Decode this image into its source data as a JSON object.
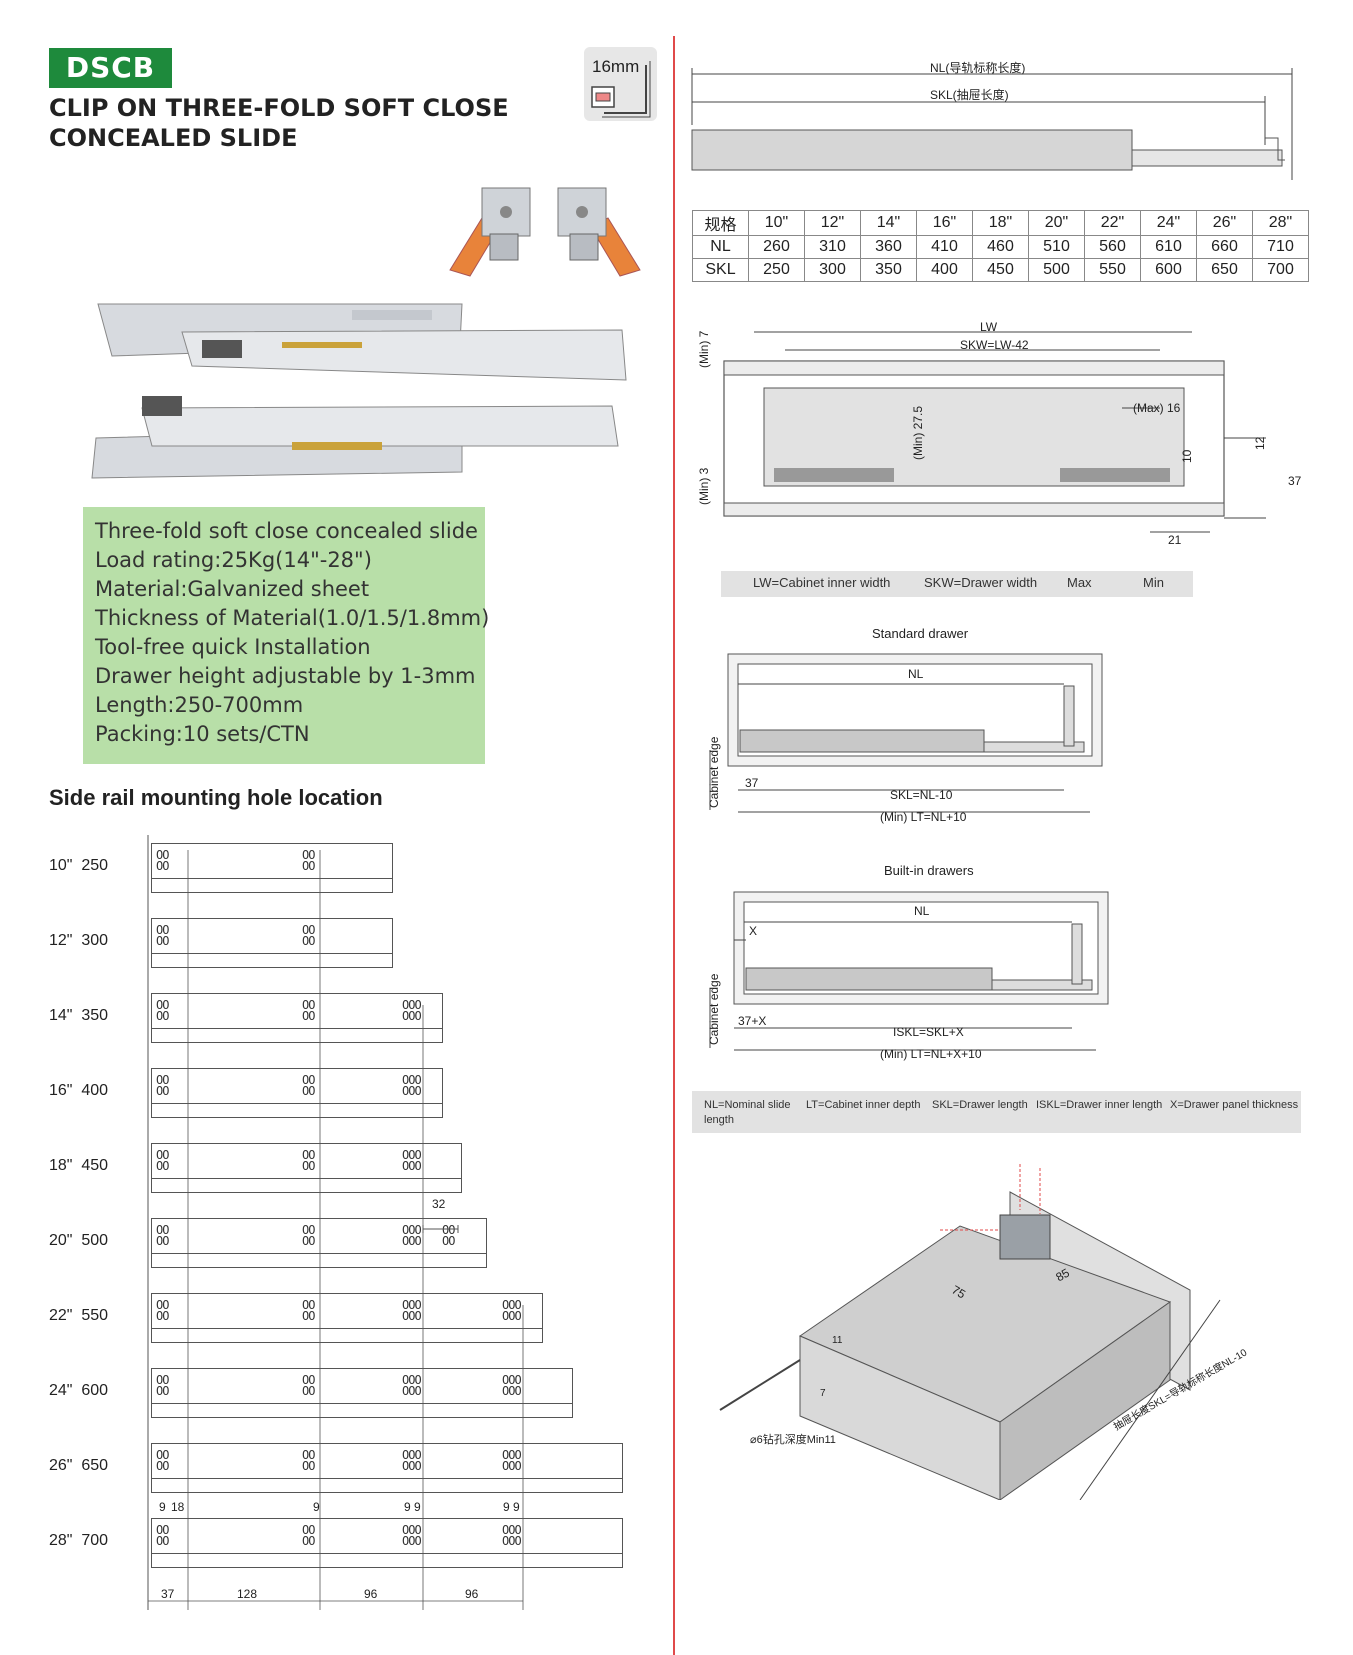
{
  "header": {
    "badge": "DSCB",
    "title_line1": "CLIP ON THREE-FOLD SOFT CLOSE",
    "title_line2": "CONCEALED SLIDE",
    "thickness_label": "16mm"
  },
  "specs": [
    "Three-fold soft close concealed slide",
    "Load rating:25Kg(14\"-28\")",
    "Material:Galvanized sheet",
    "Thickness of Material(1.0/1.5/1.8mm)",
    "Tool-free quick Installation",
    "Drawer height adjustable by 1-3mm",
    "Length:250-700mm",
    "Packing:10 sets/CTN"
  ],
  "side_rail": {
    "title": "Side rail mounting hole location",
    "rows": [
      {
        "size": "10\"",
        "length": "250"
      },
      {
        "size": "12\"",
        "length": "300"
      },
      {
        "size": "14\"",
        "length": "350"
      },
      {
        "size": "16\"",
        "length": "400"
      },
      {
        "size": "18\"",
        "length": "450"
      },
      {
        "size": "20\"",
        "length": "500"
      },
      {
        "size": "22\"",
        "length": "550"
      },
      {
        "size": "24\"",
        "length": "600"
      },
      {
        "size": "26\"",
        "length": "650"
      },
      {
        "size": "28\"",
        "length": "700"
      }
    ],
    "dim_32": "32",
    "top_dims": [
      "9",
      "18",
      "9",
      "9",
      "9",
      "9",
      "9"
    ],
    "bottom_dims": [
      "37",
      "128",
      "96",
      "96"
    ],
    "hole_pair": "OO",
    "hole_triple": "OOO"
  },
  "top_diagram": {
    "nl_label": "NL(导轨标称长度)",
    "skl_label": "SKL(抽屉长度)"
  },
  "spec_table": {
    "header": [
      "规格",
      "10\"",
      "12\"",
      "14\"",
      "16\"",
      "18\"",
      "20\"",
      "22\"",
      "24\"",
      "26\"",
      "28\""
    ],
    "rows": [
      [
        "NL",
        "260",
        "310",
        "360",
        "410",
        "460",
        "510",
        "560",
        "610",
        "660",
        "710"
      ],
      [
        "SKL",
        "250",
        "300",
        "350",
        "400",
        "450",
        "500",
        "550",
        "600",
        "650",
        "700"
      ]
    ]
  },
  "cross_section": {
    "lw": "LW",
    "skw": "SKW=LW-42",
    "min7": "(Min) 7",
    "min3": "(Min) 3",
    "min275": "(Min) 27.5",
    "max16": "(Max) 16",
    "d10": "10",
    "d12": "12",
    "d37": "37",
    "d21": "21",
    "legend": [
      "LW=Cabinet inner width",
      "SKW=Drawer width",
      "Max",
      "Min"
    ]
  },
  "standard_drawer": {
    "title": "Standard drawer",
    "nl": "NL",
    "cabinet_edge": "Cabinet edge",
    "d37": "37",
    "skl": "SKL=NL-10",
    "lt": "(Min) LT=NL+10"
  },
  "builtin_drawer": {
    "title": "Built-in drawers",
    "nl": "NL",
    "x": "X",
    "cabinet_edge": "Cabinet edge",
    "d37x": "37+X",
    "iskl": "ISKL=SKL+X",
    "lt": "(Min) LT=NL+X+10"
  },
  "legend2": {
    "items": [
      "NL=Nominal slide",
      "LT=Cabinet inner depth",
      "SKL=Drawer length",
      "ISKL=Drawer inner length",
      "X=Drawer panel thickness"
    ],
    "wrap": "length"
  },
  "iso": {
    "d75": "75",
    "d85": "85",
    "d11": "11",
    "d7": "7",
    "drill": "⌀6钻孔深度Min11",
    "length_note": "抽屉长度SKL=导轨标称长度NL-10"
  }
}
